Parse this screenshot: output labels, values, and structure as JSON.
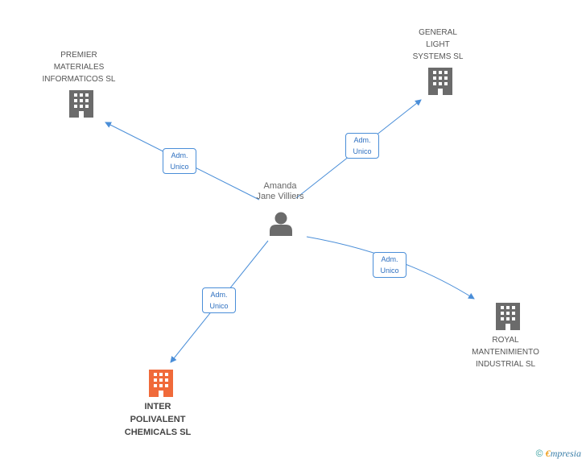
{
  "person": {
    "name_lines": [
      "Amanda",
      "Jane Villiers"
    ],
    "icon": "person-icon"
  },
  "companies": [
    {
      "id": "premier",
      "lines": [
        "PREMIER",
        "MATERIALES",
        "INFORMATICOS SL"
      ],
      "icon": "building-icon",
      "color": "#6b6b6b"
    },
    {
      "id": "general",
      "lines": [
        "GENERAL",
        "LIGHT",
        "SYSTEMS SL"
      ],
      "icon": "building-icon",
      "color": "#6b6b6b"
    },
    {
      "id": "royal",
      "lines": [
        "ROYAL",
        "MANTENIMIENTO",
        "INDUSTRIAL SL"
      ],
      "icon": "building-icon",
      "color": "#6b6b6b"
    },
    {
      "id": "inter",
      "lines": [
        "INTER",
        "POLIVALENT",
        "CHEMICALS SL"
      ],
      "icon": "building-icon",
      "color": "#f06a3a"
    }
  ],
  "relations": [
    {
      "to": "premier",
      "lines": [
        "Adm.",
        "Unico"
      ]
    },
    {
      "to": "general",
      "lines": [
        "Adm.",
        "Unico"
      ]
    },
    {
      "to": "royal",
      "lines": [
        "Adm.",
        "Unico"
      ]
    },
    {
      "to": "inter",
      "lines": [
        "Adm.",
        "Unico"
      ]
    }
  ],
  "colors": {
    "edge": "#4a8ed8",
    "node": "#6b6b6b",
    "highlight": "#f06a3a"
  },
  "footer": {
    "copyright": "©",
    "brand_first": "€",
    "brand_rest": "mpresia"
  }
}
